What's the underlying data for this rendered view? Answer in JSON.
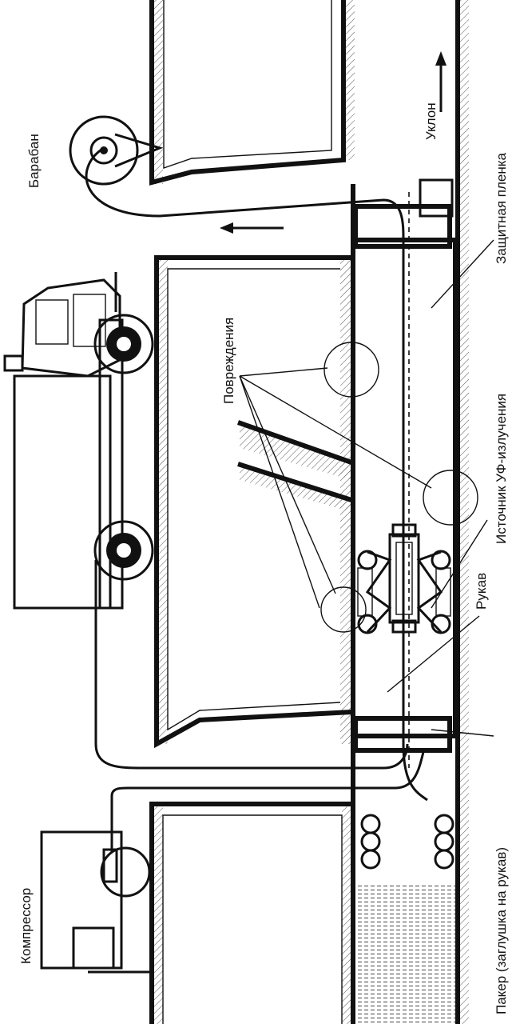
{
  "labels": {
    "drum": "Барабан",
    "slope": "Уклон",
    "protective_film": "Защитная пленка",
    "damages": "Повреждения",
    "uv_source": "Источник УФ-излучения",
    "sleeve": "Рукав",
    "compressor": "Компрессор",
    "packer": "Пакер (заглушка на рукав)"
  },
  "colors": {
    "line": "#111111",
    "hatch": "#555555",
    "background": "#ffffff"
  },
  "icons": {
    "truck": "truck-icon",
    "compressor": "compressor-icon",
    "uv_lamp": "uv-lamp-icon",
    "drum": "cable-drum-icon"
  }
}
